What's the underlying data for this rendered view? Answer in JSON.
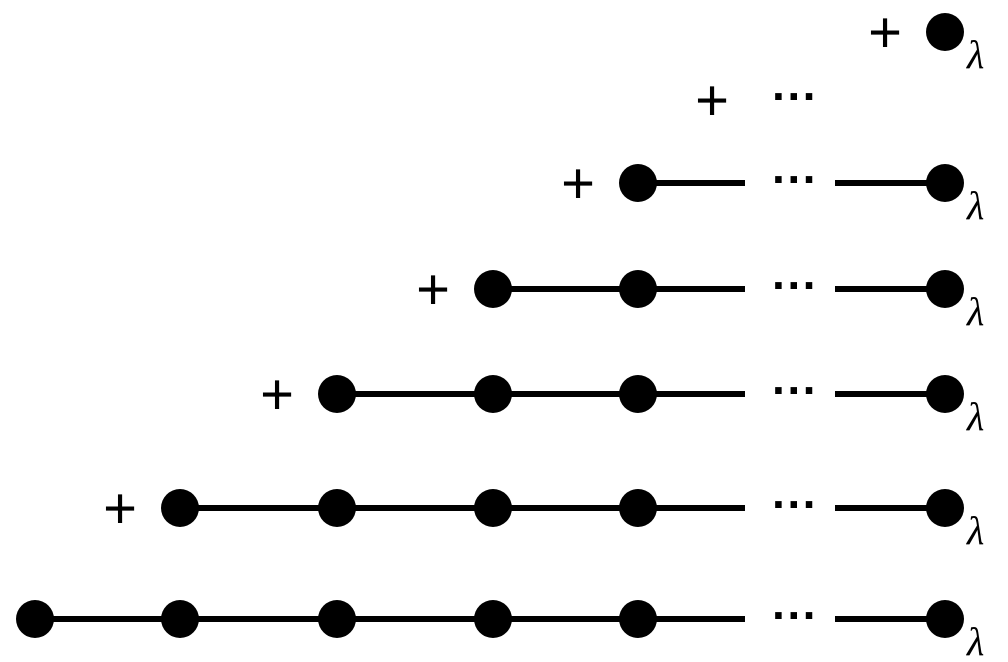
{
  "diagram": {
    "plus_symbol": "+",
    "ellipsis_symbol": "···",
    "terminal_label": "λ",
    "colors": {
      "node": "#000000",
      "edge": "#000000",
      "text": "#000000",
      "background": "#ffffff"
    },
    "rows": [
      {
        "nodes_before_ellipsis": 0,
        "has_plus": true,
        "has_ellipsis": false,
        "has_terminal_node": true,
        "has_terminal_label": true
      },
      {
        "nodes_before_ellipsis": 0,
        "has_plus": true,
        "has_ellipsis": true,
        "has_terminal_node": false,
        "has_terminal_label": false
      },
      {
        "nodes_before_ellipsis": 1,
        "has_plus": true,
        "has_ellipsis": true,
        "has_terminal_node": true,
        "has_terminal_label": true
      },
      {
        "nodes_before_ellipsis": 2,
        "has_plus": true,
        "has_ellipsis": true,
        "has_terminal_node": true,
        "has_terminal_label": true
      },
      {
        "nodes_before_ellipsis": 3,
        "has_plus": true,
        "has_ellipsis": true,
        "has_terminal_node": true,
        "has_terminal_label": true
      },
      {
        "nodes_before_ellipsis": 4,
        "has_plus": true,
        "has_ellipsis": true,
        "has_terminal_node": true,
        "has_terminal_label": true
      },
      {
        "nodes_before_ellipsis": 5,
        "has_plus": false,
        "has_ellipsis": true,
        "has_terminal_node": true,
        "has_terminal_label": true
      }
    ]
  }
}
